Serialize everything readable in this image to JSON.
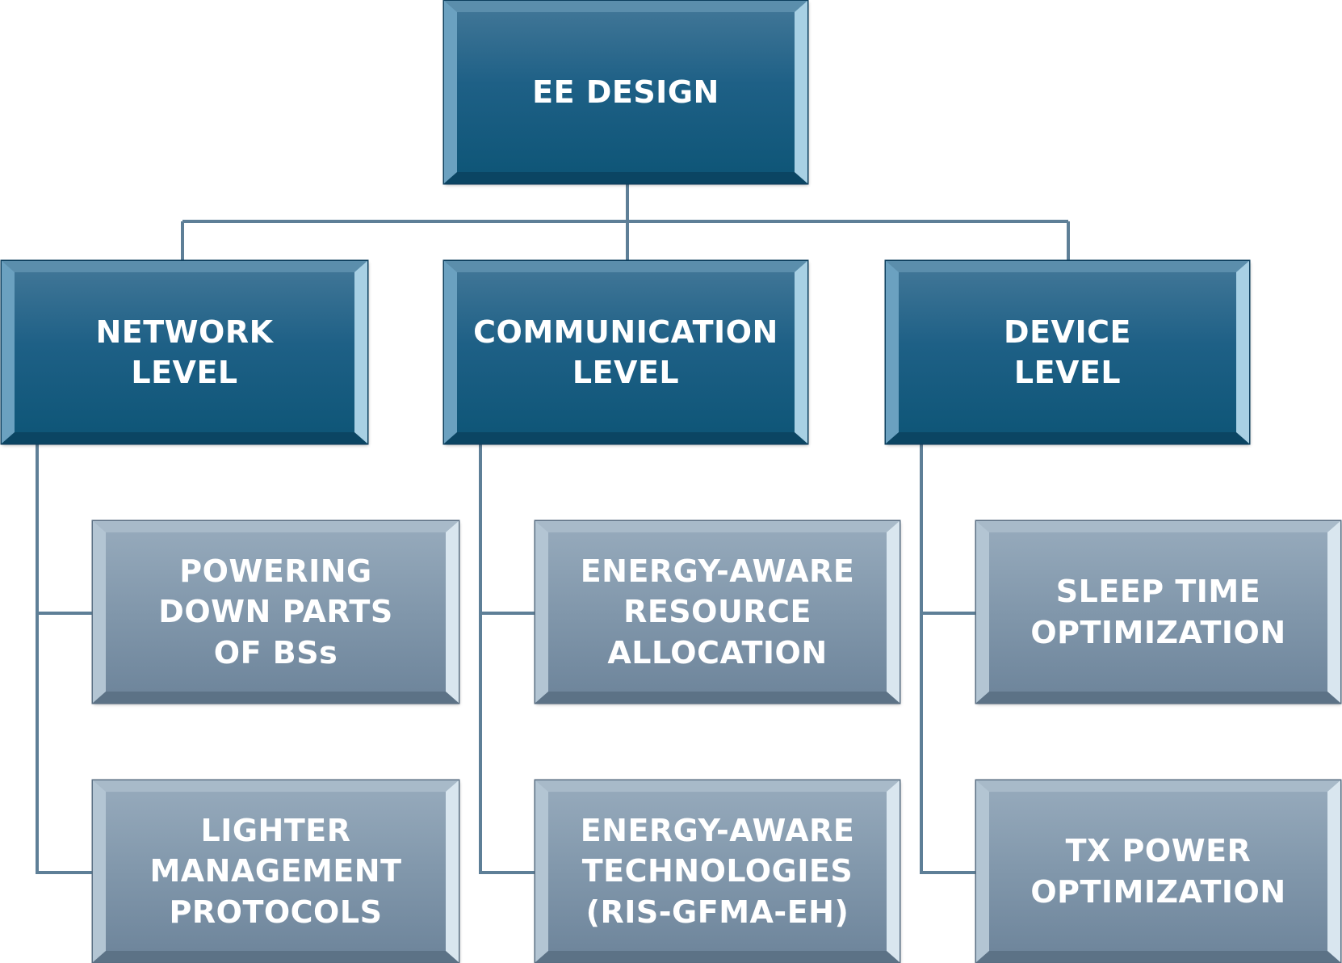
{
  "root": {
    "label": "EE DESIGN"
  },
  "levels": [
    {
      "label": "NETWORK\nLEVEL",
      "children": [
        "POWERING\nDOWN PARTS\nOF BSs",
        "LIGHTER\nMANAGEMENT\nPROTOCOLS"
      ]
    },
    {
      "label": "COMMUNICATION\nLEVEL",
      "children": [
        "ENERGY-AWARE\nRESOURCE\nALLOCATION",
        "ENERGY-AWARE\nTECHNOLOGIES\n(RIS-GFMA-EH)"
      ]
    },
    {
      "label": "DEVICE\nLEVEL",
      "children": [
        "SLEEP TIME\nOPTIMIZATION",
        "TX POWER\nOPTIMIZATION"
      ]
    }
  ],
  "colors": {
    "connector": "#5e7f97",
    "level_box": "#1e6086",
    "leaf_box": "#8197ab",
    "text": "#ffffff"
  }
}
